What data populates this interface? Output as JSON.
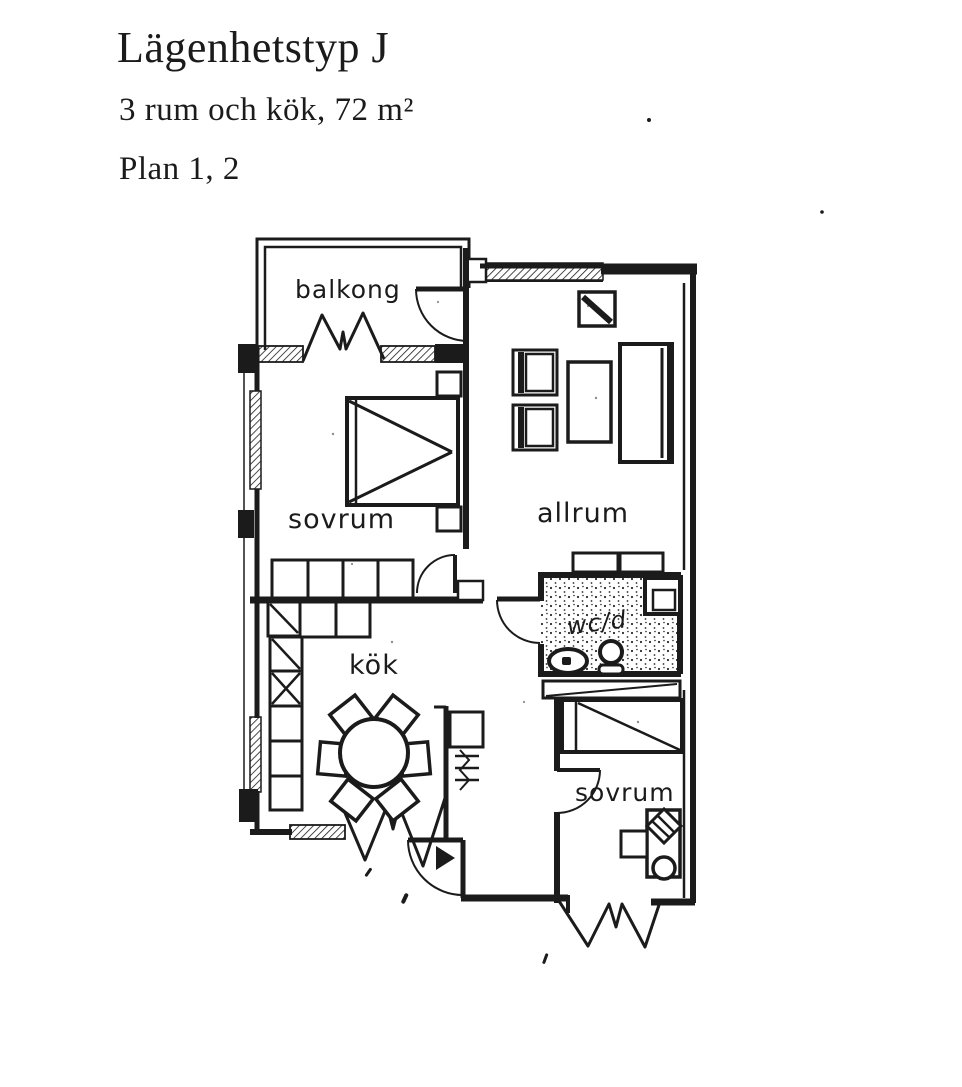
{
  "header": {
    "title": "Lägenhetstyp J",
    "subtitle": "3 rum och kök, 72 m²",
    "plan": "Plan 1, 2"
  },
  "floor_plan": {
    "rooms": {
      "balcony": "balkong",
      "bedroom_upper": "sovrum",
      "living_room": "allrum",
      "bathroom": "wc/d",
      "kitchen": "kök",
      "bedroom_lower": "sovrum"
    }
  },
  "colors": {
    "ink": "#1b1b1b",
    "paper": "#ffffff"
  }
}
